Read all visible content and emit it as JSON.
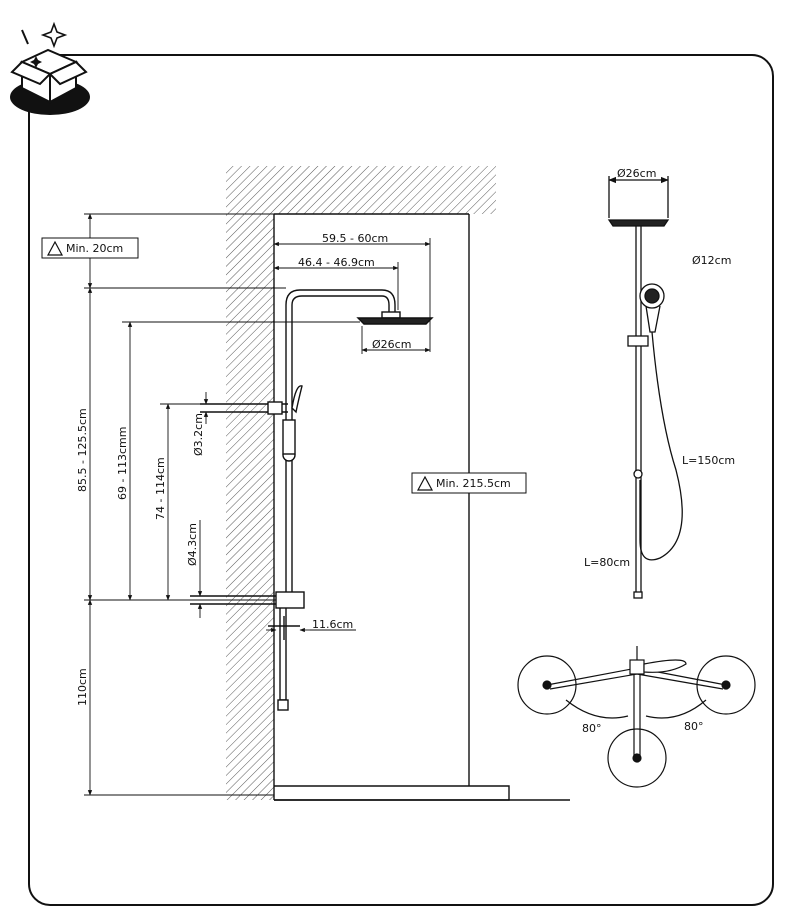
{
  "dimensions": {
    "top_gap": "Min. 20cm",
    "arm_reach": "59.5 - 60cm",
    "arm_reach_inner": "46.4 - 46.9cm",
    "head_diameter": "Ø26cm",
    "total_height": "Min. 215.5cm",
    "rail_height": "85.5 - 125.5cm",
    "head_to_valve": "69 - 113cmm",
    "holder_to_valve": "74 - 114cm",
    "tube_diameter": "Ø3.2cm",
    "valve_diameter": "Ø4.3cm",
    "valve_depth": "11.6cm",
    "floor_to_valve": "110cm"
  },
  "front_view": {
    "head_diameter": "Ø26cm",
    "handset_diameter": "Ø12cm",
    "hose_length": "L=150cm",
    "hose_length_short": "L=80cm"
  },
  "rotation_view": {
    "left_angle": "80°",
    "right_angle": "80°"
  },
  "icons": [
    "sparkle-icon",
    "open-box-icon",
    "warning-triangle-icon"
  ]
}
